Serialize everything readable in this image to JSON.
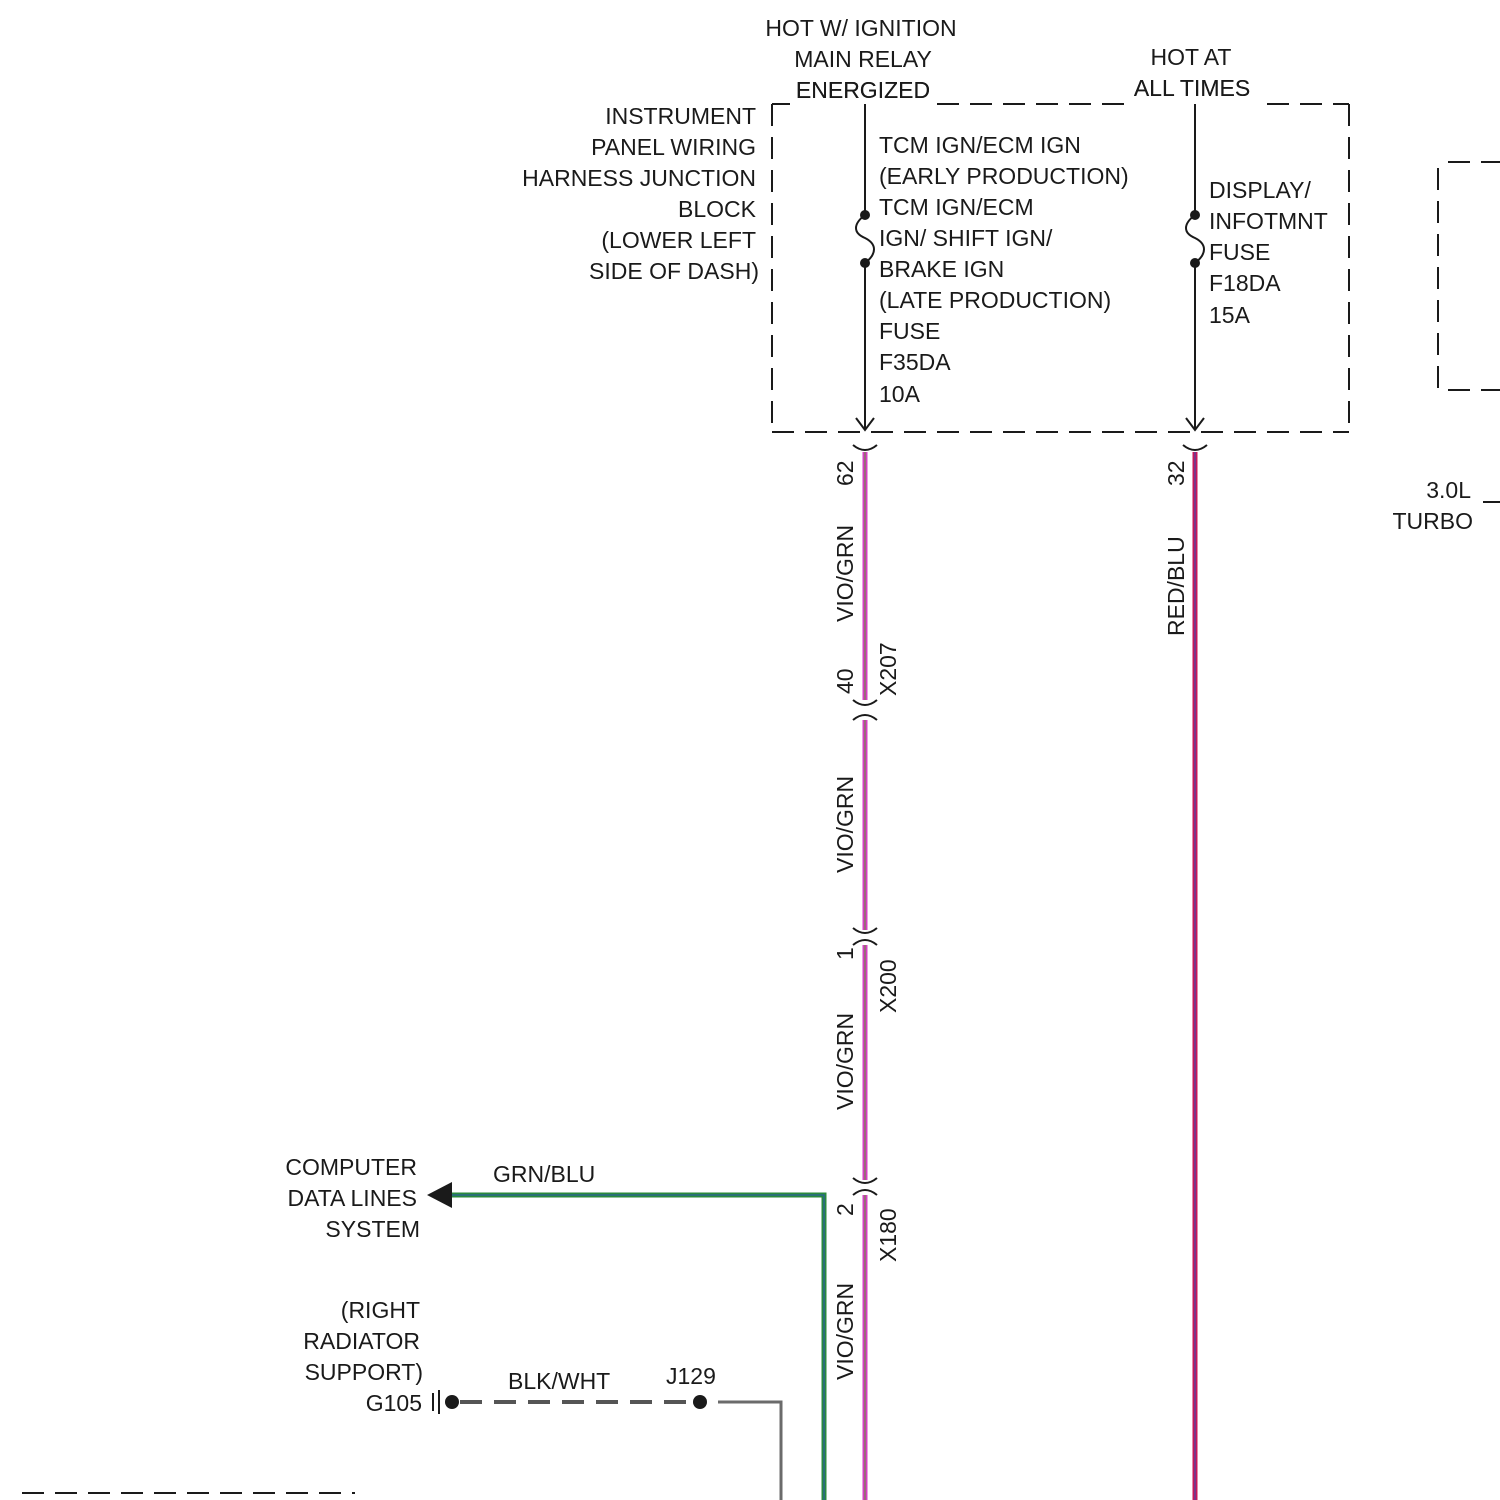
{
  "colors": {
    "vio_grn_wire": "#d63fc4",
    "vio_grn_stripe": "#5a9a2e",
    "red_blu_wire": "#c8175a",
    "grn_blu_wire": "#2a8a3c",
    "grn_blu_stripe": "#2a55b5",
    "blk_wht_wire": "#6b6b6b",
    "line": "#1a1a1a"
  },
  "power_sources": {
    "ignition": [
      "HOT W/ IGNITION",
      "MAIN RELAY",
      "ENERGIZED"
    ],
    "hot_at_all_times": [
      "HOT AT",
      "ALL TIMES"
    ]
  },
  "junction_block": {
    "label": [
      "INSTRUMENT",
      "PANEL WIRING",
      "HARNESS JUNCTION",
      "BLOCK",
      "(LOWER LEFT",
      "SIDE OF DASH)"
    ]
  },
  "fuses": [
    {
      "label": [
        "TCM IGN/ECM IGN",
        "(EARLY PRODUCTION)",
        "TCM IGN/ECM",
        "IGN/ SHIFT IGN/",
        "BRAKE IGN",
        "(LATE PRODUCTION)",
        "FUSE",
        "F35DA",
        "10A"
      ],
      "pin": "62",
      "wire": "VIO/GRN"
    },
    {
      "label": [
        "DISPLAY/",
        "INFOTMNT",
        "FUSE",
        "F18DA",
        "15A"
      ],
      "pin": "32",
      "wire": "RED/BLU"
    }
  ],
  "connectors": [
    {
      "id": "X207",
      "pin": "40",
      "wire_below": "VIO/GRN"
    },
    {
      "id": "X200",
      "pin": "1",
      "wire_below": "VIO/GRN"
    },
    {
      "id": "X180",
      "pin": "2",
      "wire_below": "VIO/GRN"
    }
  ],
  "data_lines": {
    "label": [
      "COMPUTER",
      "DATA LINES",
      "SYSTEM"
    ],
    "wire": "GRN/BLU"
  },
  "ground": {
    "location": [
      "(RIGHT",
      "RADIATOR",
      "SUPPORT)"
    ],
    "id": "G105",
    "wire": "BLK/WHT",
    "splice": "J129"
  },
  "right_edge": {
    "engine": [
      "3.0L",
      "TURBO"
    ]
  }
}
